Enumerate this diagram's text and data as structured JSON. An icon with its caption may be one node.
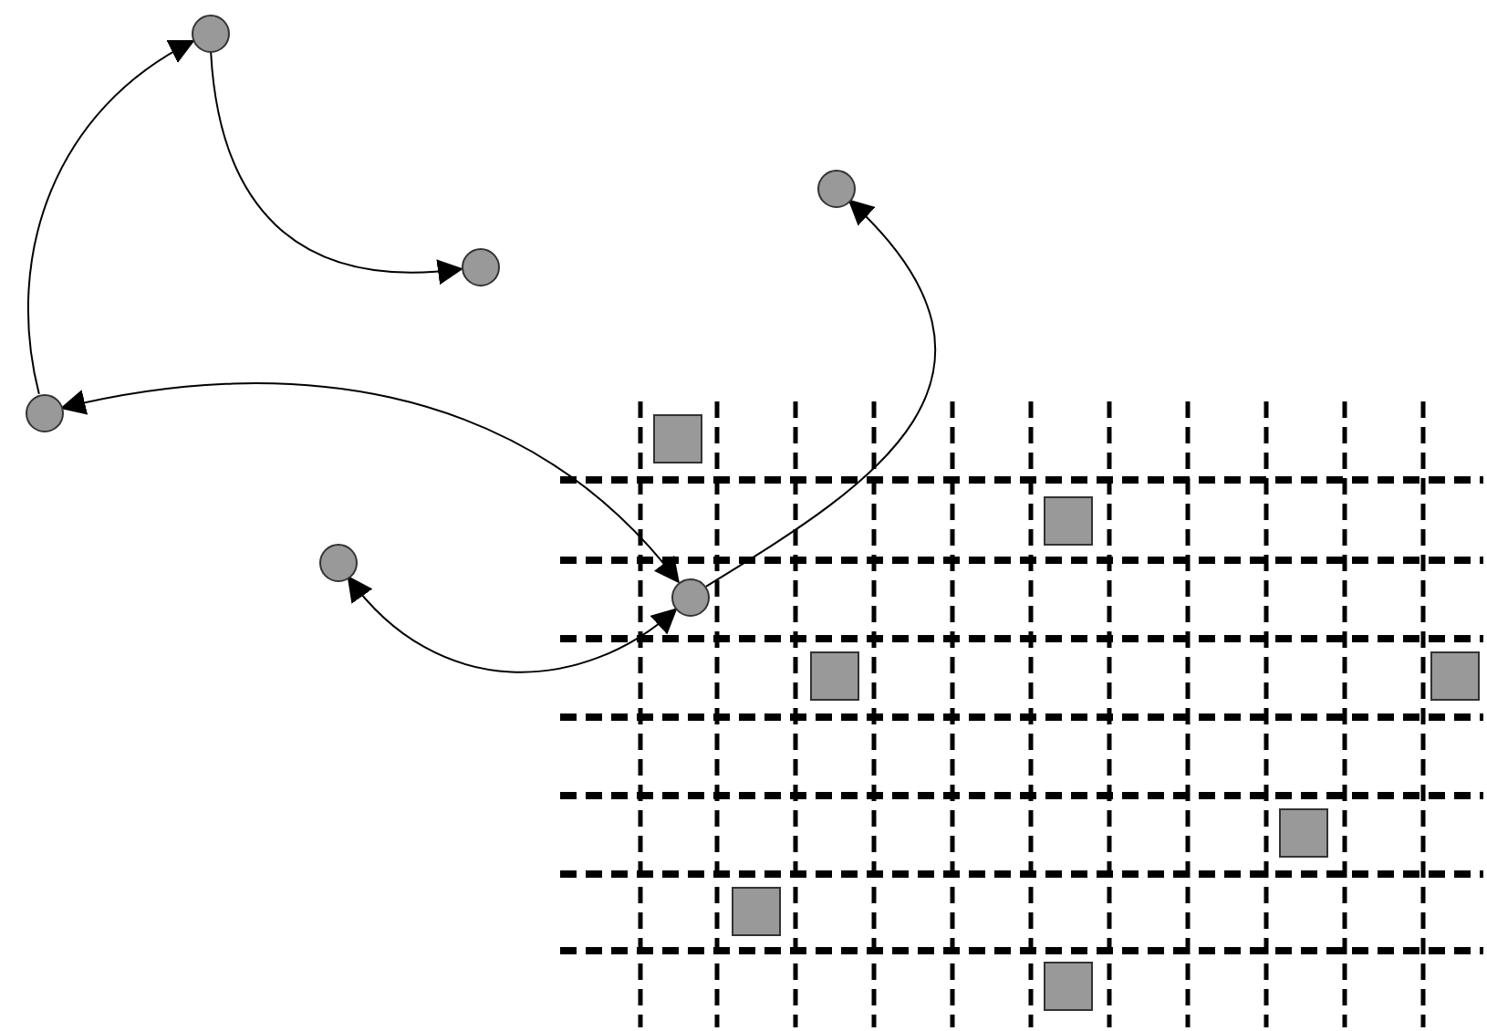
{
  "diagram": {
    "nodes": [
      {
        "text": [],
        "shape": "circle"
      },
      {
        "text": [],
        "shape": "circle"
      },
      {
        "text": [],
        "shape": "circle"
      },
      {
        "text": [],
        "shape": "circle"
      },
      {
        "text": [],
        "shape": "circle"
      },
      {
        "text": [],
        "shape": "circle"
      },
      {
        "text": [],
        "shape": "box"
      },
      {
        "text": [],
        "shape": "box"
      },
      {
        "text": [],
        "shape": "box"
      },
      {
        "text": [],
        "shape": "box"
      },
      {
        "text": [],
        "shape": "box"
      },
      {
        "text": [],
        "shape": "box"
      },
      {
        "text": [],
        "shape": "box"
      }
    ],
    "edges": [
      {
        "from": 3,
        "to": 0,
        "arrow": "to"
      },
      {
        "from": 0,
        "to": 2,
        "arrow": "to"
      },
      {
        "from": 3,
        "to": 5,
        "arrow": "both"
      },
      {
        "from": 4,
        "to": 5,
        "arrow": "both"
      },
      {
        "from": 5,
        "to": 1,
        "arrow": "to"
      }
    ]
  }
}
